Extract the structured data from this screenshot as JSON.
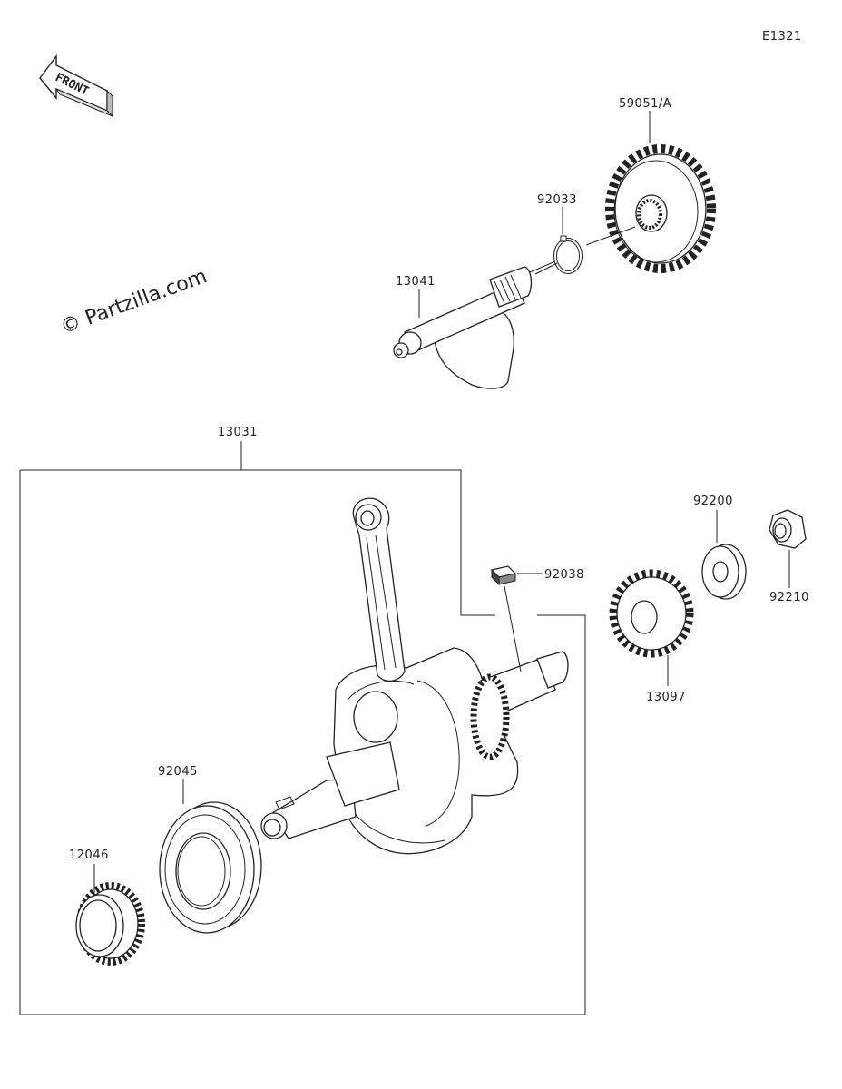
{
  "diagram_code": "E1321",
  "watermark": "© Partzilla.com",
  "front_label": "FRONT",
  "parts": {
    "p59051": "59051/A",
    "p92033": "92033",
    "p13041": "13041",
    "p13031": "13031",
    "p92038": "92038",
    "p92200": "92200",
    "p92210": "92210",
    "p13097": "13097",
    "p92045": "92045",
    "p12046": "12046"
  }
}
